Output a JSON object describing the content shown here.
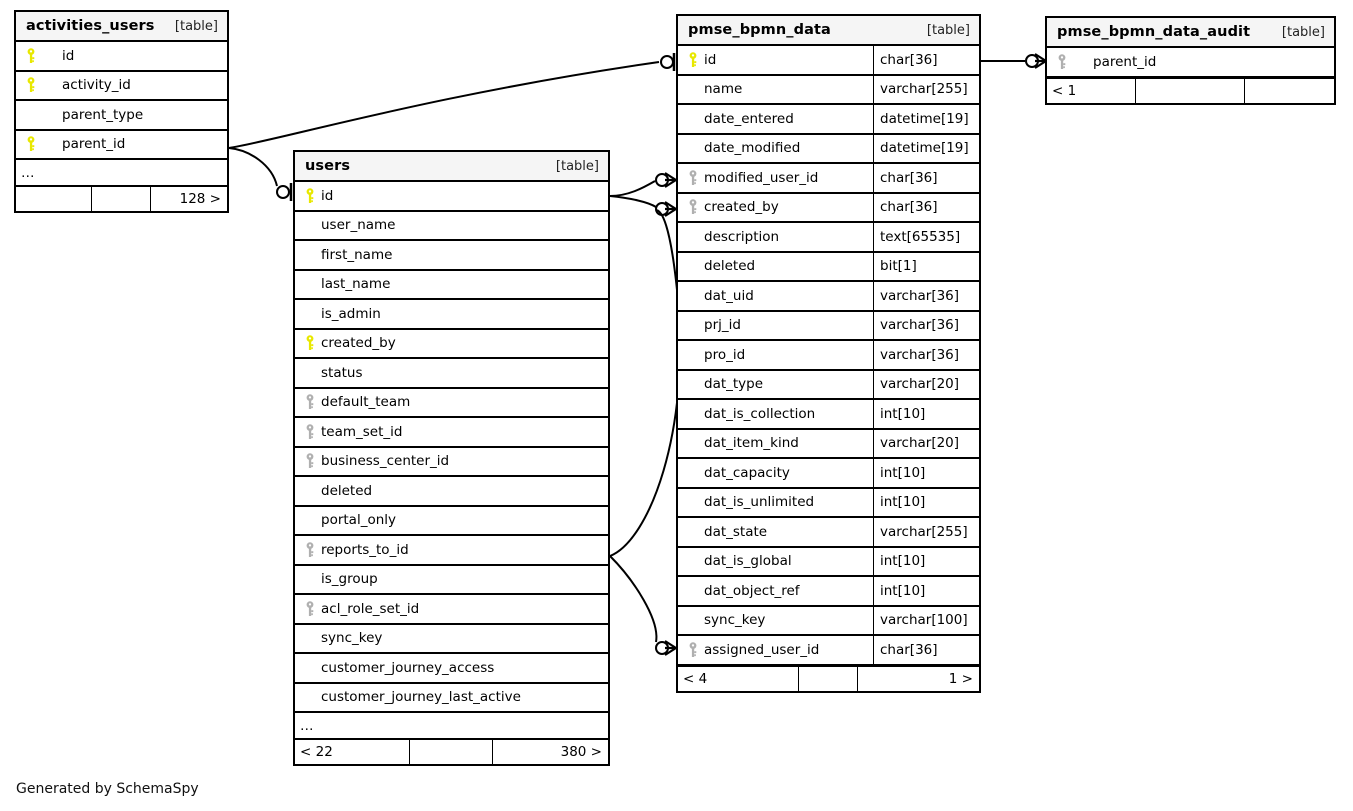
{
  "diagram": {
    "generator_note": "Generated by SchemaSpy",
    "table_tag": "[table]",
    "ellipsis": "…"
  },
  "icons": {
    "primary_key": "primary-key-icon",
    "foreign_key": "foreign-key-icon"
  },
  "colors": {
    "primary_key": "#e8e800",
    "foreign_key": "#b0b0b0",
    "border": "#000000",
    "header_bg": "#f5f5f5",
    "background": "#ffffff"
  },
  "tables": [
    {
      "id": "activities_users",
      "name": "activities_users",
      "tag": "[table]",
      "show_types": false,
      "wide_indent": true,
      "columns": [
        {
          "name": "id",
          "type": "",
          "key": "primary"
        },
        {
          "name": "activity_id",
          "type": "",
          "key": "primary"
        },
        {
          "name": "parent_type",
          "type": "",
          "key": "none"
        },
        {
          "name": "parent_id",
          "type": "",
          "key": "primary"
        }
      ],
      "has_ellipsis": true,
      "footer": {
        "left": "",
        "mid": "",
        "right": "128 >"
      }
    },
    {
      "id": "users",
      "name": "users",
      "tag": "[table]",
      "show_types": false,
      "wide_indent": false,
      "columns": [
        {
          "name": "id",
          "type": "",
          "key": "primary"
        },
        {
          "name": "user_name",
          "type": "",
          "key": "none"
        },
        {
          "name": "first_name",
          "type": "",
          "key": "none"
        },
        {
          "name": "last_name",
          "type": "",
          "key": "none"
        },
        {
          "name": "is_admin",
          "type": "",
          "key": "none"
        },
        {
          "name": "created_by",
          "type": "",
          "key": "primary"
        },
        {
          "name": "status",
          "type": "",
          "key": "none"
        },
        {
          "name": "default_team",
          "type": "",
          "key": "foreign"
        },
        {
          "name": "team_set_id",
          "type": "",
          "key": "foreign"
        },
        {
          "name": "business_center_id",
          "type": "",
          "key": "foreign"
        },
        {
          "name": "deleted",
          "type": "",
          "key": "none"
        },
        {
          "name": "portal_only",
          "type": "",
          "key": "none"
        },
        {
          "name": "reports_to_id",
          "type": "",
          "key": "foreign"
        },
        {
          "name": "is_group",
          "type": "",
          "key": "none"
        },
        {
          "name": "acl_role_set_id",
          "type": "",
          "key": "foreign"
        },
        {
          "name": "sync_key",
          "type": "",
          "key": "none"
        },
        {
          "name": "customer_journey_access",
          "type": "",
          "key": "none"
        },
        {
          "name": "customer_journey_last_active",
          "type": "",
          "key": "none"
        }
      ],
      "has_ellipsis": true,
      "footer": {
        "left": "< 22",
        "mid": "",
        "right": "380 >"
      }
    },
    {
      "id": "pmse_bpmn_data",
      "name": "pmse_bpmn_data",
      "tag": "[table]",
      "show_types": true,
      "wide_indent": false,
      "columns": [
        {
          "name": "id",
          "type": "char[36]",
          "key": "primary"
        },
        {
          "name": "name",
          "type": "varchar[255]",
          "key": "none"
        },
        {
          "name": "date_entered",
          "type": "datetime[19]",
          "key": "none"
        },
        {
          "name": "date_modified",
          "type": "datetime[19]",
          "key": "none"
        },
        {
          "name": "modified_user_id",
          "type": "char[36]",
          "key": "foreign"
        },
        {
          "name": "created_by",
          "type": "char[36]",
          "key": "foreign"
        },
        {
          "name": "description",
          "type": "text[65535]",
          "key": "none"
        },
        {
          "name": "deleted",
          "type": "bit[1]",
          "key": "none"
        },
        {
          "name": "dat_uid",
          "type": "varchar[36]",
          "key": "none"
        },
        {
          "name": "prj_id",
          "type": "varchar[36]",
          "key": "none"
        },
        {
          "name": "pro_id",
          "type": "varchar[36]",
          "key": "none"
        },
        {
          "name": "dat_type",
          "type": "varchar[20]",
          "key": "none"
        },
        {
          "name": "dat_is_collection",
          "type": "int[10]",
          "key": "none"
        },
        {
          "name": "dat_item_kind",
          "type": "varchar[20]",
          "key": "none"
        },
        {
          "name": "dat_capacity",
          "type": "int[10]",
          "key": "none"
        },
        {
          "name": "dat_is_unlimited",
          "type": "int[10]",
          "key": "none"
        },
        {
          "name": "dat_state",
          "type": "varchar[255]",
          "key": "none"
        },
        {
          "name": "dat_is_global",
          "type": "int[10]",
          "key": "none"
        },
        {
          "name": "dat_object_ref",
          "type": "int[10]",
          "key": "none"
        },
        {
          "name": "sync_key",
          "type": "varchar[100]",
          "key": "none"
        },
        {
          "name": "assigned_user_id",
          "type": "char[36]",
          "key": "foreign"
        }
      ],
      "has_ellipsis": false,
      "footer": {
        "left": "< 4",
        "mid": "",
        "right": "1 >"
      }
    },
    {
      "id": "pmse_bpmn_data_audit",
      "name": "pmse_bpmn_data_audit",
      "tag": "[table]",
      "show_types": false,
      "wide_indent": true,
      "columns": [
        {
          "name": "parent_id",
          "type": "",
          "key": "foreign"
        }
      ],
      "has_ellipsis": false,
      "footer": {
        "left": "< 1",
        "mid": "",
        "right": ""
      }
    }
  ],
  "relationships": [
    {
      "from": "activities_users",
      "to": "pmse_bpmn_data.id",
      "label": ""
    },
    {
      "from": "activities_users",
      "to": "users.id",
      "label": ""
    },
    {
      "from": "users.id",
      "to": "pmse_bpmn_data.modified_user_id",
      "label": ""
    },
    {
      "from": "users.id",
      "to": "pmse_bpmn_data.created_by",
      "label": ""
    },
    {
      "from": "users",
      "to": "pmse_bpmn_data.assigned_user_id",
      "label": ""
    },
    {
      "from": "pmse_bpmn_data.id",
      "to": "pmse_bpmn_data_audit.parent_id",
      "label": ""
    }
  ]
}
